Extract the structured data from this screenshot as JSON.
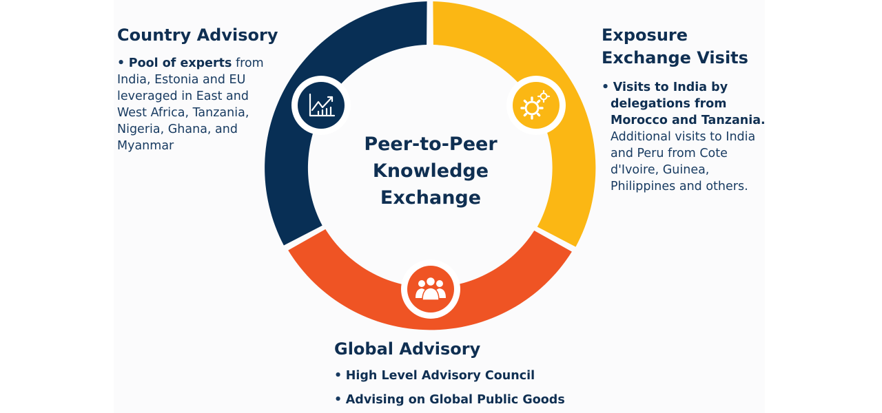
{
  "center": {
    "lines": [
      "Peer-to-Peer",
      "Knowledge",
      "Exchange"
    ]
  },
  "segments": [
    {
      "id": "country-advisory",
      "color": "#082f55",
      "icon": "trend-chart-icon",
      "heading": "Country Advisory",
      "bullets": [
        {
          "bold": "Pool of experts",
          "text": " from India, Estonia and EU leveraged in East and West Africa, Tanzania, Nigeria, Ghana, and Myanmar"
        }
      ]
    },
    {
      "id": "exposure-exchange-visits",
      "color": "#fbb714",
      "icon": "gears-icon",
      "heading_lines": [
        "Exposure",
        "Exchange Visits"
      ],
      "bullets": [
        {
          "bold": "Visits to India  by delegations from Morocco and Tanzania.",
          "text": " Additional visits to India and Peru from Cote d'Ivoire, Guinea, Philippines and others."
        }
      ]
    },
    {
      "id": "global-advisory",
      "color": "#ef5424",
      "icon": "people-group-icon",
      "heading": "Global Advisory",
      "bullets": [
        {
          "bold": "High Level Advisory Council"
        },
        {
          "bold": "Advising on Global Public Goods"
        }
      ]
    }
  ]
}
